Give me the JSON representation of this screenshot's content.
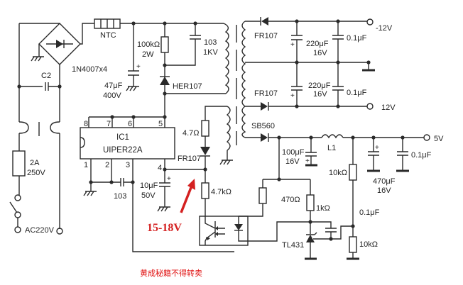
{
  "diagram": {
    "title": "UIPER22A flyback switching power supply schematic",
    "input": {
      "ac_label": "AC220V",
      "fuse_label_1": "2A",
      "fuse_label_2": "250V",
      "c2_label": "C2",
      "bridge_label": "1N4007x4",
      "ntc_label": "NTC"
    },
    "primary": {
      "bulk_cap_1": "47μF",
      "bulk_cap_2": "400V",
      "snubber_res_1": "100kΩ",
      "snubber_res_2": "2W",
      "snubber_cap_1": "103",
      "snubber_cap_2": "1KV",
      "snubber_diode": "HER107"
    },
    "ic": {
      "name": "IC1",
      "part": "UIPER22A",
      "pins": [
        "1",
        "2",
        "3",
        "4",
        "5",
        "6",
        "7",
        "8"
      ],
      "pin_cap": "103",
      "vdd_cap_1": "10μF",
      "vdd_cap_2": "50V"
    },
    "aux": {
      "res_top": "4.7Ω",
      "diode": "FR107",
      "res_bottom": "4.7kΩ",
      "annotation": "15-18V"
    },
    "outputs": {
      "neg12": {
        "diode": "FR107",
        "cap1_a": "220μF",
        "cap1_b": "16V",
        "cap2": "0.1μF",
        "label": "-12V"
      },
      "pos12": {
        "diode": "FR107",
        "cap1_a": "220μF",
        "cap1_b": "16V",
        "cap2": "0.1μF",
        "label": "12V"
      },
      "pos5": {
        "diode": "SB560",
        "cap_in_a": "100μF",
        "cap_in_b": "16V",
        "inductor": "L1",
        "cap_out_a": "470μF",
        "cap_out_b": "16V",
        "cap_out2": "0.1μF",
        "label": "5V"
      }
    },
    "feedback": {
      "res_opto": "470Ω",
      "res_ref": "1kΩ",
      "res_div_top": "10kΩ",
      "res_div_bot": "10kΩ",
      "cap_comp": "0.1μF",
      "ref_ic": "TL431"
    },
    "watermark": "黄成秘籍不得转卖",
    "colors": {
      "wire": "#2a2a2a",
      "annotation": "#d42020"
    }
  }
}
